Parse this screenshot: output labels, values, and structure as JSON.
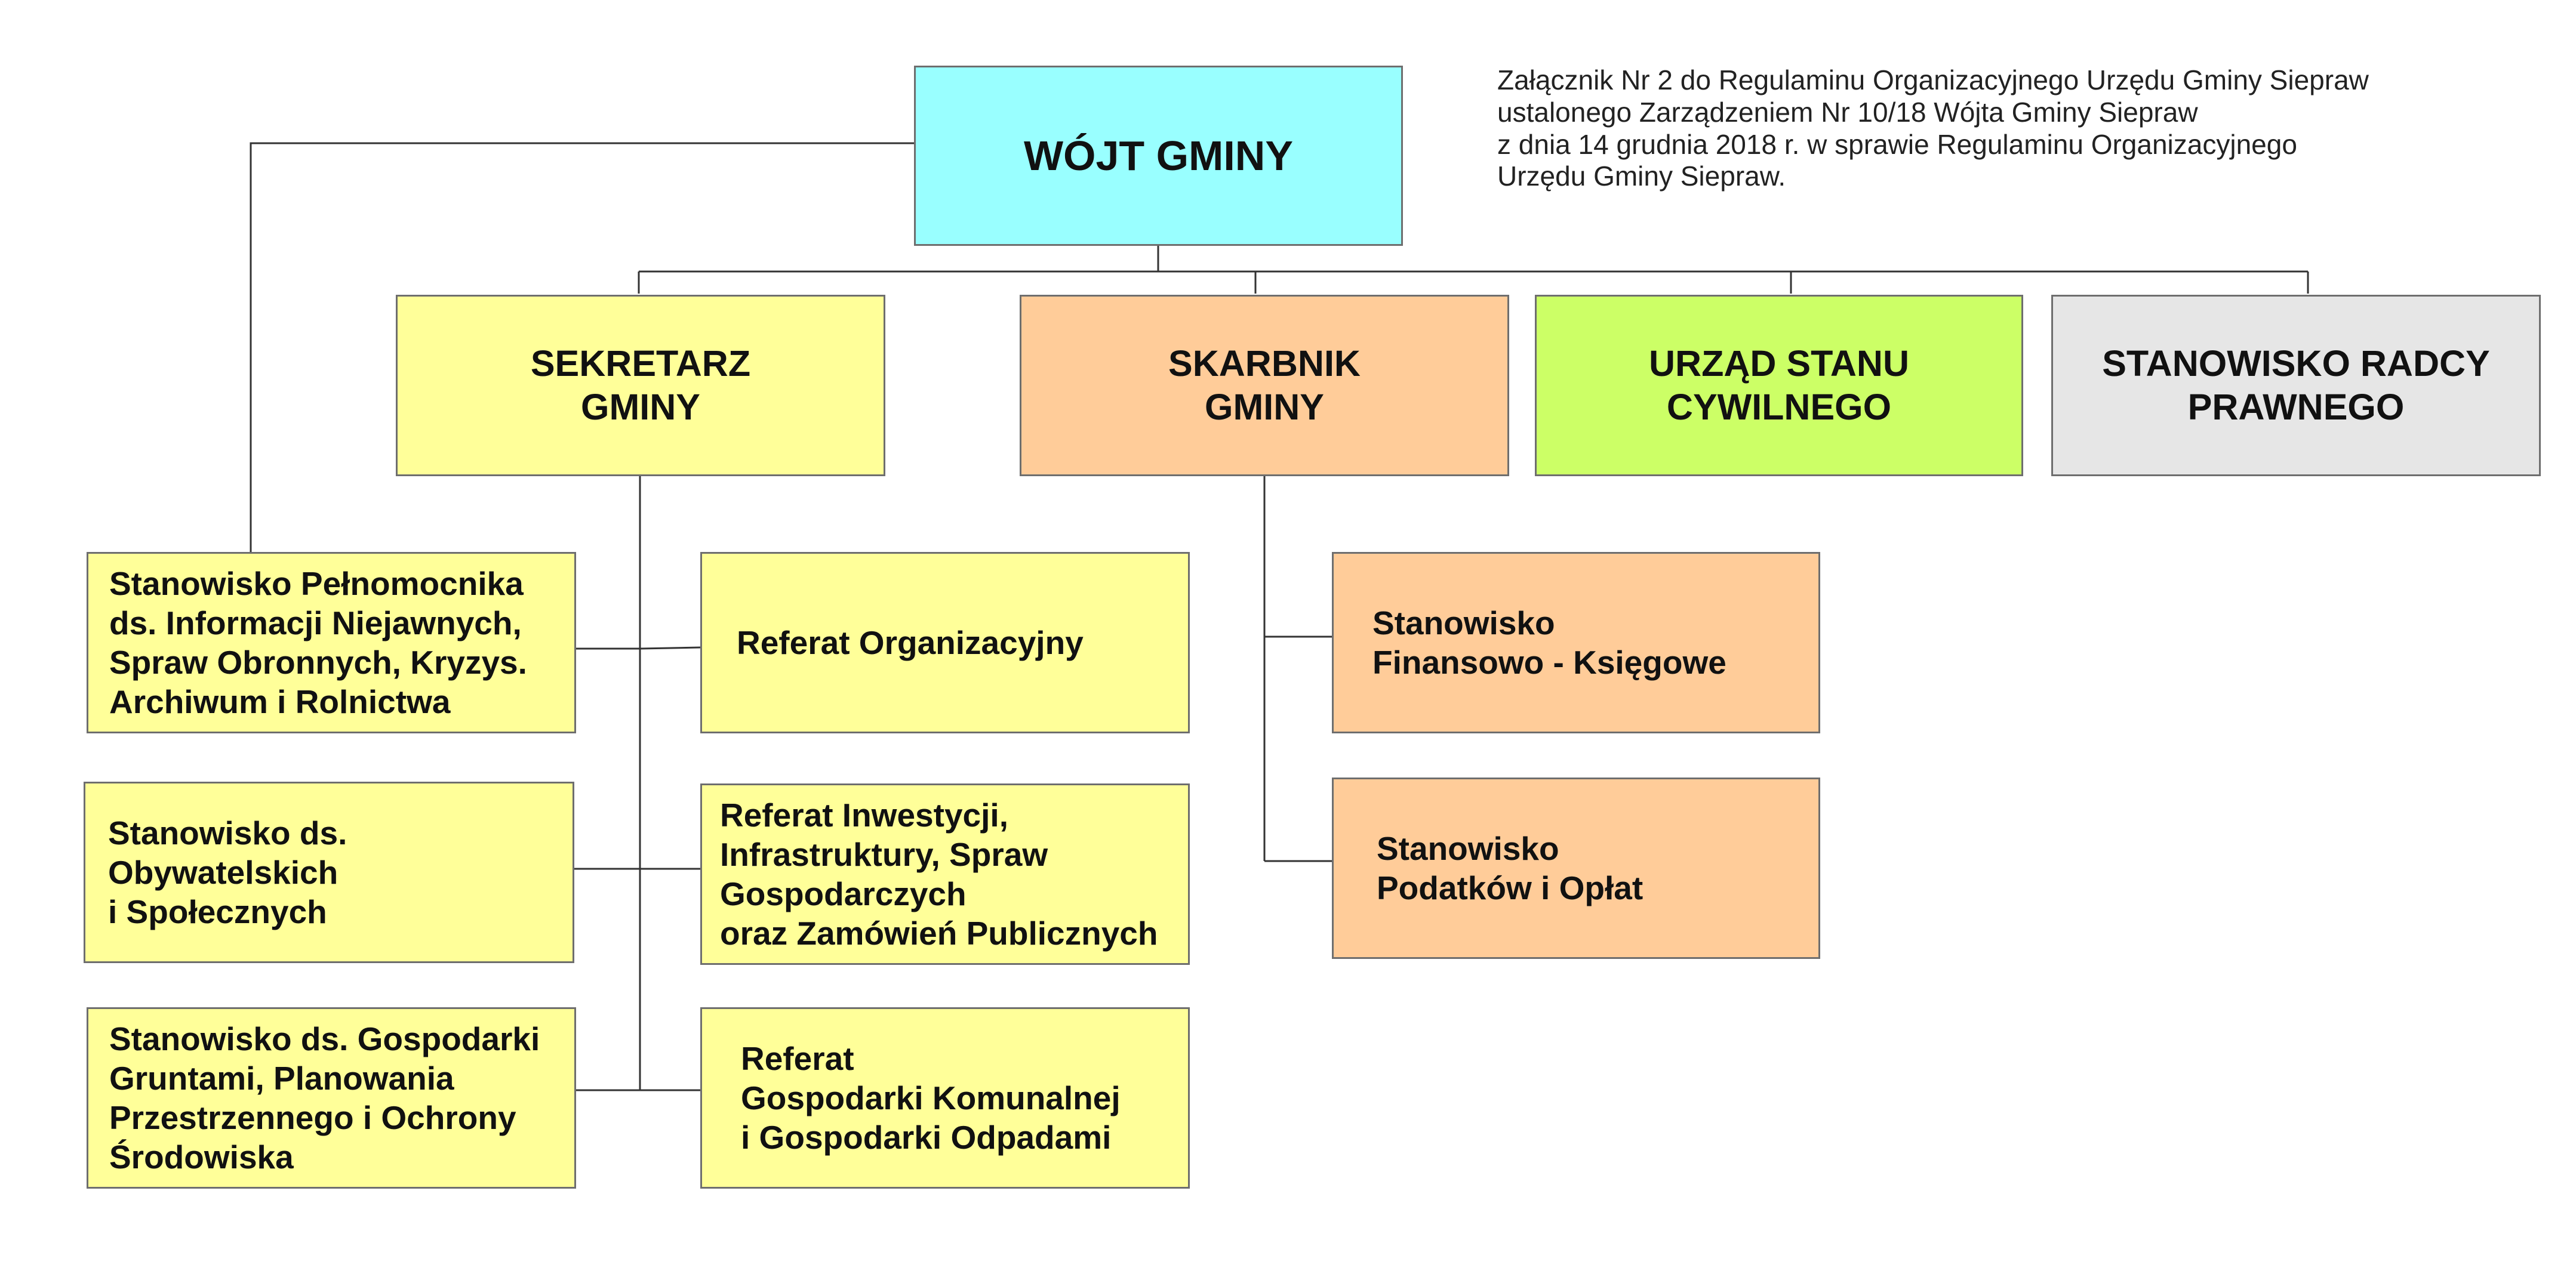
{
  "note": "Załącznik Nr 2 do Regulaminu Organizacyjnego Urzędu Gminy Siepraw\nustalonego Zarządzeniem Nr  10/18 Wójta Gminy Siepraw\nz dnia 14 grudnia  2018 r. w sprawie Regulaminu Organizacyjnego\nUrzędu Gminy Siepraw.",
  "colors": {
    "head": "#99ffff",
    "secretary": "#ffff99",
    "treasurer": "#ffcc99",
    "registry": "#ccff66",
    "legal": "#e6e6e6",
    "border": "#6e6e6e",
    "line": "#333333"
  },
  "head": {
    "label": "WÓJT GMINY"
  },
  "level1": {
    "sekretarz": "SEKRETARZ\nGMINY",
    "skarbnik": "SKARBNIK\nGMINY",
    "usc": "URZĄD STANU\nCYWILNEGO",
    "radca": "STANOWISKO RADCY\nPRAWNEGO"
  },
  "secretary_left": [
    "Stanowisko Pełnomocnika\nds. Informacji Niejawnych,\nSpraw Obronnych, Kryzys.\nArchiwum i Rolnictwa",
    "Stanowisko ds.\nObywatelskich\ni Społecznych",
    "Stanowisko ds. Gospodarki\nGruntami, Planowania\nPrzestrzennego i Ochrony\nŚrodowiska"
  ],
  "secretary_right": [
    "Referat Organizacyjny",
    "Referat Inwestycji,\nInfrastruktury, Spraw\nGospodarczych\noraz Zamówień Publicznych",
    "Referat\nGospodarki Komunalnej\ni Gospodarki Odpadami"
  ],
  "treasurer_units": [
    "Stanowisko\nFinansowo - Księgowe",
    "Stanowisko\nPodatków i Opłat"
  ]
}
